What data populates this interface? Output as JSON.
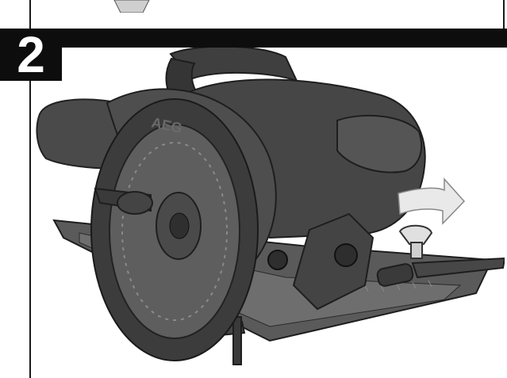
{
  "step": {
    "number": "2"
  },
  "illustration": {
    "subject": "circular-saw",
    "embossed_brand": "AEG",
    "arrow_direction": "right",
    "colors": {
      "body": "#4a4a4a",
      "dark": "#2b2b2b",
      "highlight": "#8a8a8a",
      "arrow": "#e9e9e9",
      "header": "#0d0d0d"
    }
  }
}
